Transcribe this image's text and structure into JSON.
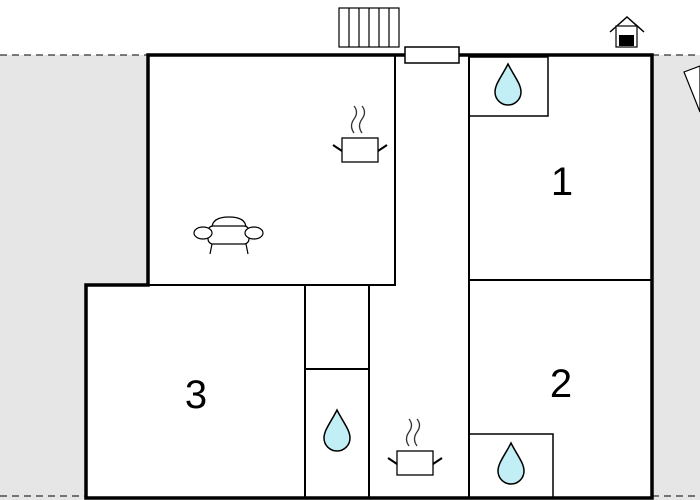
{
  "colors": {
    "background": "#ffffff",
    "outside_area": "#e6e6e6",
    "water_drop": "#c2eef5",
    "wall": "#000000"
  },
  "rooms": [
    {
      "label": "1"
    },
    {
      "label": "2"
    },
    {
      "label": "3"
    }
  ],
  "icons": [
    "radiator-icon",
    "house-icon",
    "sofa-icon",
    "cooking-pot-icon",
    "water-drop-icon"
  ]
}
